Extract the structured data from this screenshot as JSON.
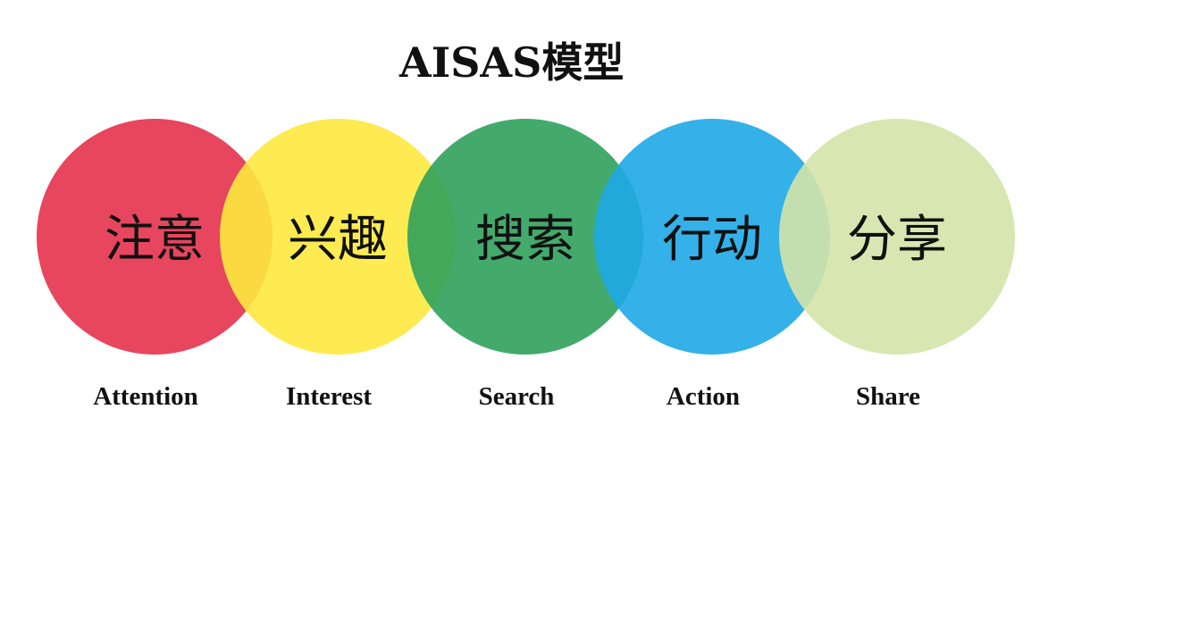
{
  "title": "AISAS模型",
  "stages": [
    {
      "cn": "注意",
      "en": "Attention",
      "color": "#e5314c"
    },
    {
      "cn": "兴趣",
      "en": "Interest",
      "color": "#fde93e"
    },
    {
      "cn": "搜索",
      "en": "Search",
      "color": "#2fa15b"
    },
    {
      "cn": "行动",
      "en": "Action",
      "color": "#1ea9e6"
    },
    {
      "cn": "分享",
      "en": "Share",
      "color": "#d4e4a8"
    }
  ]
}
